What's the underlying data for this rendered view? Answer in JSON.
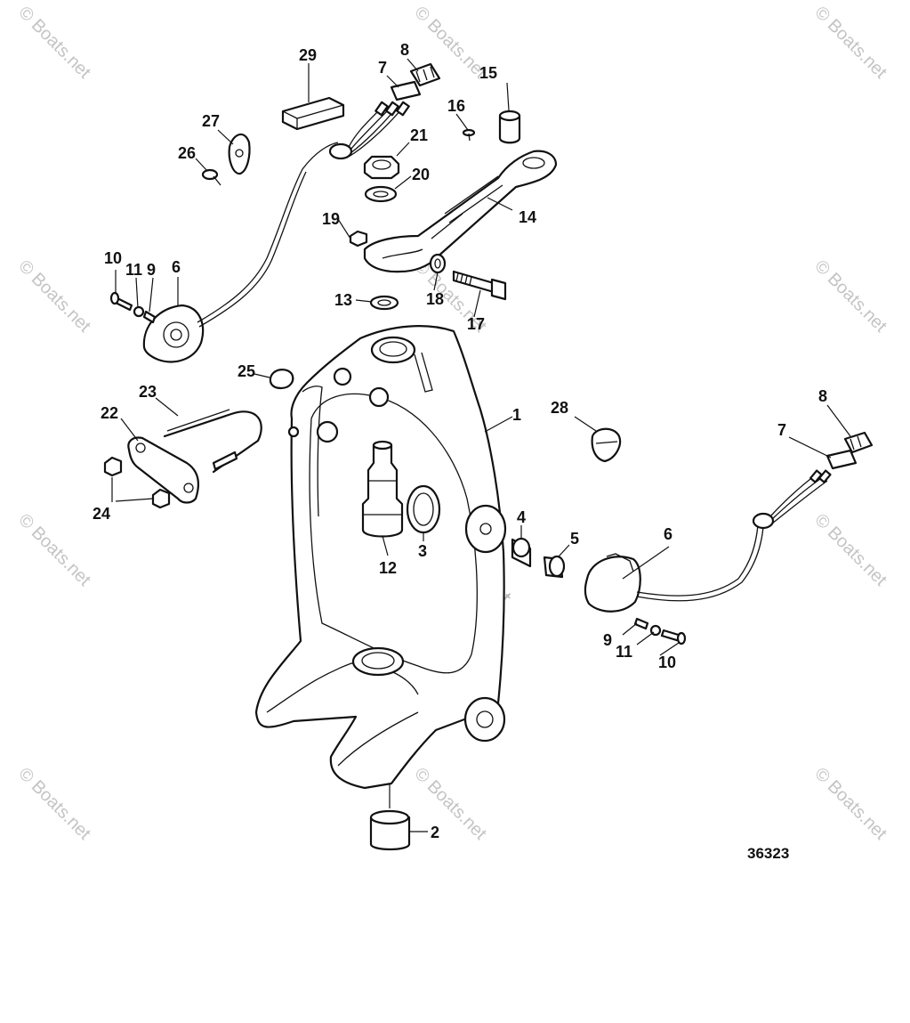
{
  "diagram": {
    "figure_number": "36323",
    "watermark": "© Boats.net",
    "callouts": [
      "1",
      "2",
      "3",
      "4",
      "5",
      "6",
      "7",
      "8",
      "9",
      "10",
      "11",
      "12",
      "13",
      "14",
      "15",
      "16",
      "17",
      "18",
      "19",
      "20",
      "21",
      "22",
      "23",
      "24",
      "25",
      "26",
      "27",
      "28",
      "29"
    ]
  }
}
